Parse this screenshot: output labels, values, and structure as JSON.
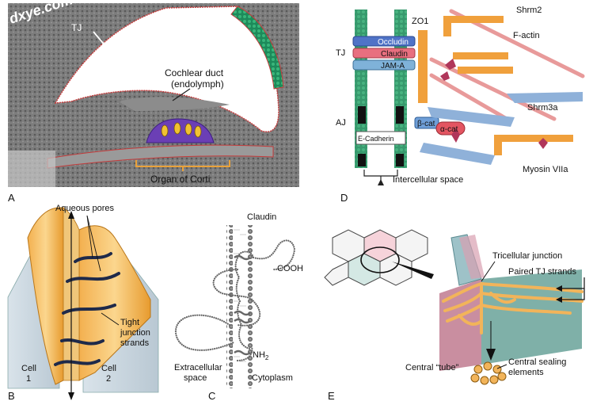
{
  "watermark": "dxye.com",
  "panels": {
    "A": {
      "letter": "A",
      "labels": {
        "tj": "TJ",
        "cochlear_duct": "Cochlear duct",
        "endolymph": "(endolymph)",
        "organ_of_corti": "Organ of Corti"
      }
    },
    "B": {
      "letter": "B",
      "labels": {
        "aqueous_pores": "Aqueous pores",
        "tight": "Tight",
        "junction": "junction",
        "strands": "strands",
        "cell1_line1": "Cell",
        "cell1_line2": "1",
        "cell2_line1": "Cell",
        "cell2_line2": "2"
      }
    },
    "C": {
      "letter": "C",
      "labels": {
        "claudin": "Claudin",
        "cooh": "COOH",
        "nh2_base": "NH",
        "nh2_sub": "2",
        "extracellular_line1": "Extracellular",
        "extracellular_line2": "space",
        "cytoplasm": "Cytoplasm"
      }
    },
    "D": {
      "letter": "D",
      "labels": {
        "tj": "TJ",
        "aj": "AJ",
        "zo1": "ZO1",
        "occludin": "Occludin",
        "claudin": "Claudin",
        "jama": "JAM-A",
        "e_cadherin": "E-Cadherin",
        "beta_cat": "β-cat",
        "alpha_cat": "α-cat",
        "shrm2": "Shrm2",
        "f_actin": "F-actin",
        "shrm3a": "Shrm3a",
        "myosin": "Myosin VIIa",
        "intercellular": "Intercellular space"
      }
    },
    "E": {
      "letter": "E",
      "labels": {
        "tricellular": "Tricellular junction",
        "paired": "Paired TJ strands",
        "central_tube": "Central “tube”",
        "central_sealing_line1": "Central sealing",
        "central_sealing_line2": "elements"
      }
    }
  }
}
